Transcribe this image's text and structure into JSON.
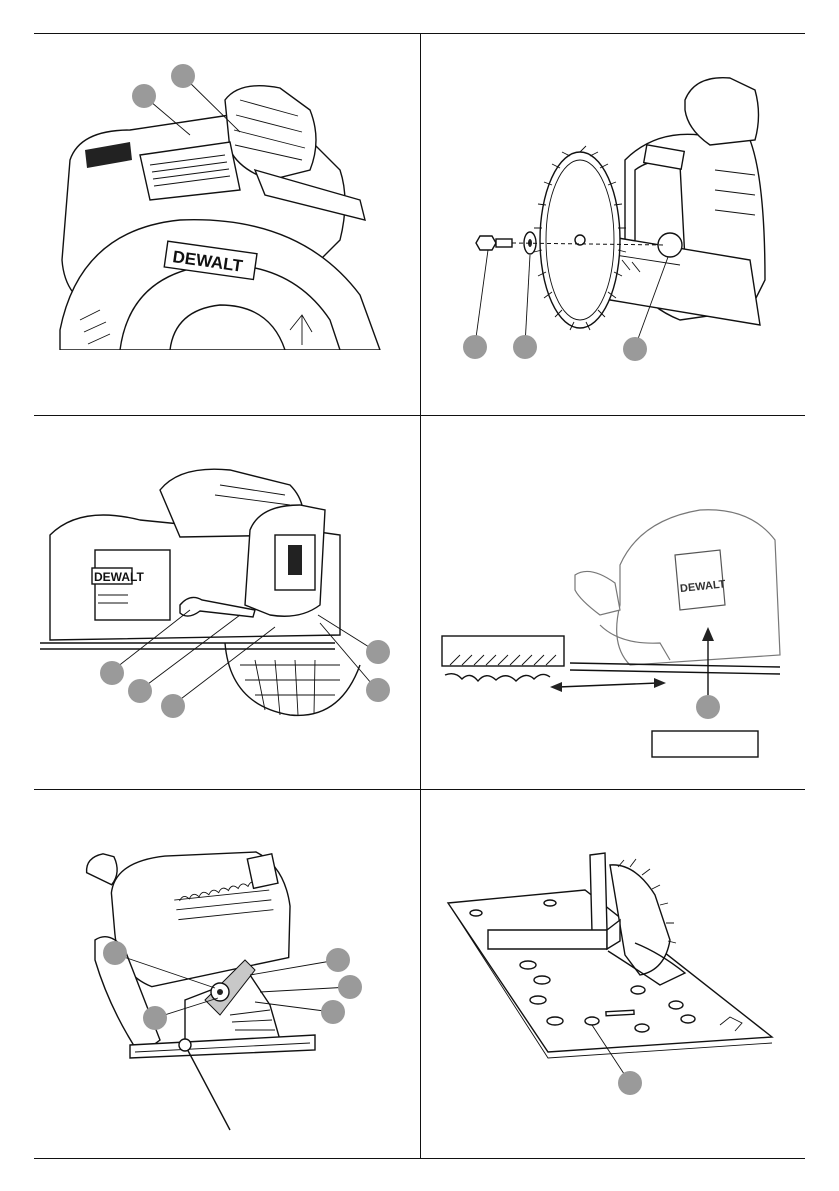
{
  "brand_mark": "DEWALT",
  "figures": [
    {
      "id": "fig-a",
      "callouts": 2
    },
    {
      "id": "fig-b",
      "callouts": 3
    },
    {
      "id": "fig-c",
      "callouts": 5
    },
    {
      "id": "fig-d",
      "callouts": 1
    },
    {
      "id": "fig-e",
      "callouts": 5
    },
    {
      "id": "fig-f",
      "callouts": 1
    }
  ],
  "colors": {
    "lines": "#111111",
    "callout_markers": "#9a9a9a",
    "background": "#ffffff"
  }
}
